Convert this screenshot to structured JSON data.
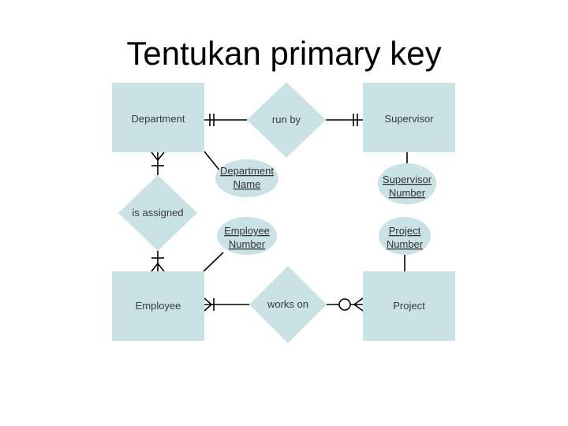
{
  "title": "Tentukan primary key",
  "colors": {
    "fill": "#c8e2e6",
    "line": "#000000",
    "text": "#333333"
  },
  "entities": {
    "department": "Department",
    "supervisor": "Supervisor",
    "employee": "Employee",
    "project": "Project"
  },
  "relationships": {
    "run_by": "run by",
    "is_assigned": "is assigned",
    "works_on": "works on"
  },
  "attributes": {
    "department_name": [
      "Department",
      "Name"
    ],
    "supervisor_number": [
      "Supervisor",
      "Number"
    ],
    "employee_number": [
      "Employee",
      "Number"
    ],
    "project_number": [
      "Project",
      "Number"
    ]
  }
}
